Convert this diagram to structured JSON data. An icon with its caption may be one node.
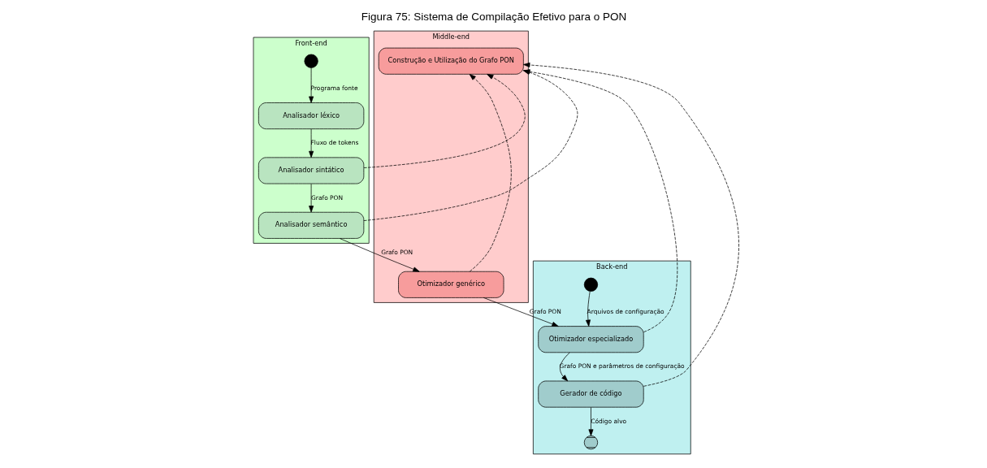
{
  "diagram": {
    "title": "Figura 75: Sistema de Compilação Efetivo para o PON",
    "nodes": [
      {
        "text": [
          "Front-end"
        ]
      },
      {
        "text": [
          "Middle-end"
        ]
      },
      {
        "text": [
          "Back-end"
        ]
      },
      {
        "text": [],
        "shape": "circle",
        "in": 0
      },
      {
        "text": [
          "Analisador léxico"
        ],
        "in": 0
      },
      {
        "text": [
          "Analisador sintático"
        ],
        "in": 0
      },
      {
        "text": [
          "Analisador semântico"
        ],
        "in": 0
      },
      {
        "text": [
          "Construção e Utilização do Grafo PON"
        ],
        "in": 1
      },
      {
        "text": [
          "Otimizador genérico"
        ],
        "in": 1
      },
      {
        "text": [],
        "shape": "circle",
        "in": 2
      },
      {
        "text": [
          "Otimizador especializado"
        ],
        "in": 2
      },
      {
        "text": [
          "Gerador de código"
        ],
        "in": 2
      },
      {
        "text": [],
        "shape": "circle",
        "in": 2
      }
    ],
    "edges": [
      {
        "from": 3,
        "to": 4,
        "arrow": "to",
        "label": "Programa fonte"
      },
      {
        "from": 4,
        "to": 5,
        "arrow": "to",
        "label": "Fluxo de tokens"
      },
      {
        "from": 5,
        "to": 6,
        "arrow": "to",
        "label": "Grafo PON"
      },
      {
        "from": 6,
        "to": 8,
        "arrow": "to",
        "label": "Grafo PON"
      },
      {
        "from": 8,
        "to": 10,
        "arrow": "to",
        "label": "Grafo PON"
      },
      {
        "from": 9,
        "to": 10,
        "arrow": "to",
        "label": "Arquivos de configuração"
      },
      {
        "from": 10,
        "to": 11,
        "arrow": "to",
        "label": "Grafo PON e parâmetros de configuração"
      },
      {
        "from": 11,
        "to": 12,
        "arrow": "to",
        "label": "Código alvo"
      },
      {
        "from": 5,
        "to": 7,
        "arrow": "to",
        "style": "dashed"
      },
      {
        "from": 6,
        "to": 7,
        "arrow": "to",
        "style": "dashed"
      },
      {
        "from": 8,
        "to": 7,
        "arrow": "to",
        "style": "dashed"
      },
      {
        "from": 10,
        "to": 7,
        "arrow": "to",
        "style": "dashed"
      },
      {
        "from": 11,
        "to": 7,
        "arrow": "to",
        "style": "dashed"
      }
    ]
  }
}
